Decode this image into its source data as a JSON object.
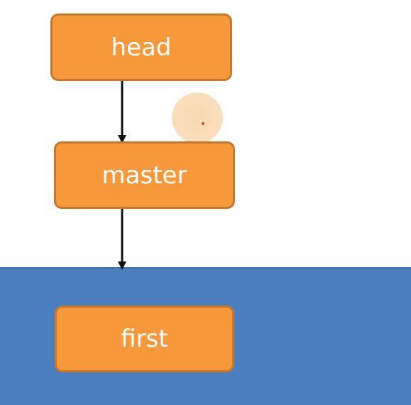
{
  "diagram": {
    "nodes": {
      "head": "head",
      "master": "master",
      "first": "first"
    },
    "edges": [
      {
        "from": "head",
        "to": "master"
      },
      {
        "from": "master",
        "to": "first"
      }
    ],
    "colors": {
      "node_fill": "#f7993a",
      "node_border": "#c8782b",
      "node_text": "#ffffff",
      "band": "#4a7ebf",
      "arrow": "#111111",
      "cursor_highlight": "#f6d8ad",
      "cursor_dot": "#ff3b1f"
    }
  }
}
